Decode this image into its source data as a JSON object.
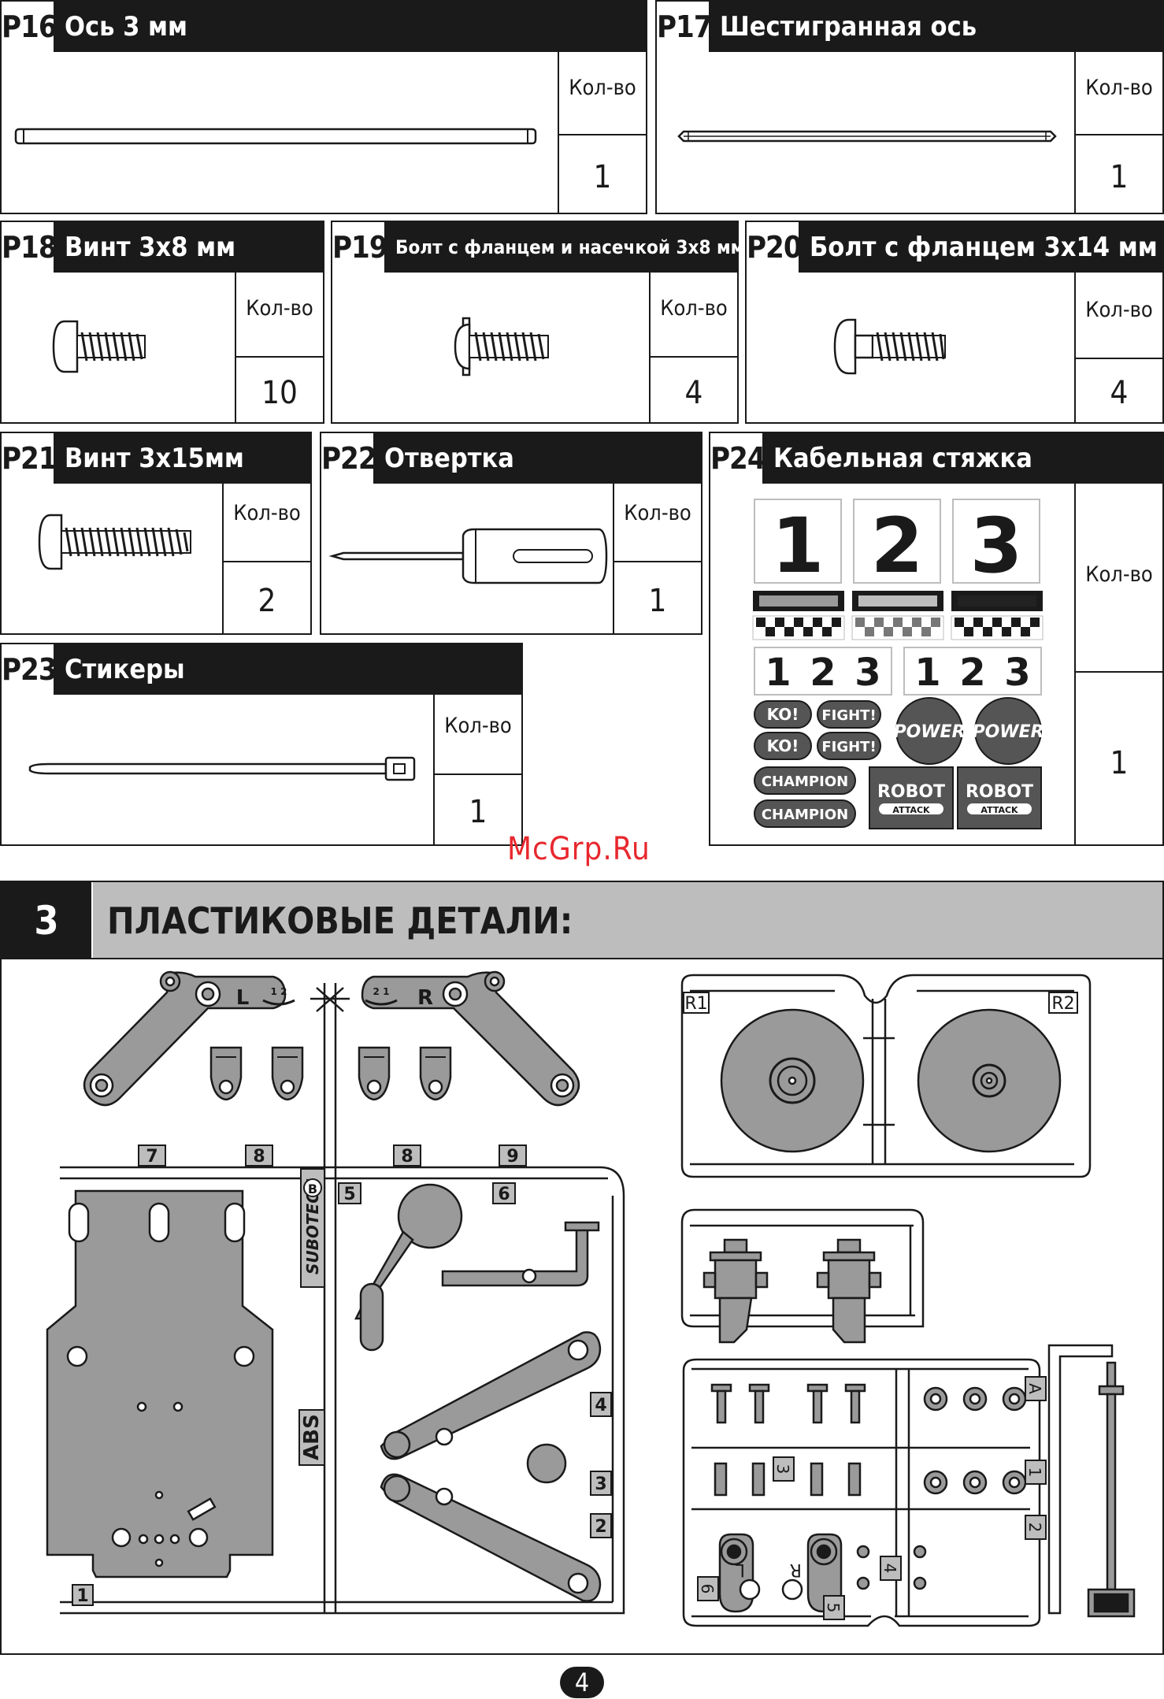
{
  "qty_label": "Кол-во",
  "parts": [
    {
      "id": "P16",
      "title": "Ось 3 мм",
      "qty": "1"
    },
    {
      "id": "P17",
      "title": "Шестигранная ось",
      "qty": "1"
    },
    {
      "id": "P18",
      "title": "Винт 3х8 мм",
      "qty": "10"
    },
    {
      "id": "P19",
      "title": "Болт с фланцем и насечкой 3х8 мм",
      "qty": "4"
    },
    {
      "id": "P20",
      "title": "Болт с фланцем 3х14 мм",
      "qty": "4"
    },
    {
      "id": "P21",
      "title": "Винт 3х15мм",
      "qty": "2"
    },
    {
      "id": "P22",
      "title": "Отвертка",
      "qty": "1"
    },
    {
      "id": "P23",
      "title": "Стикеры",
      "qty": "1"
    },
    {
      "id": "P24",
      "title": "Кабельная стяжка",
      "qty": "1"
    }
  ],
  "stickers": {
    "digits": [
      "1",
      "2",
      "3"
    ],
    "badges": [
      "KO!",
      "FIGHT!",
      "POWER",
      "CHAMPION"
    ],
    "robot_attack": [
      "ROBOT",
      "ATTACK"
    ]
  },
  "watermark": "McGrp.Ru",
  "section": {
    "number": "3",
    "title": "ПЛАСТИКОВЫЕ ДЕТАЛИ:"
  },
  "sprue_labels": {
    "left_arm": "L",
    "right_arm": "R",
    "arm_marks_l": "1 2",
    "arm_marks_r": "2 1",
    "brand": "SUBOTECH",
    "brand_letter": "B",
    "material": "ABS",
    "num_tags": [
      "7",
      "8",
      "8",
      "9",
      "5",
      "6",
      "4",
      "3",
      "2",
      "1"
    ],
    "wheel_left": "R1",
    "wheel_right": "R2",
    "small_tags": [
      "A",
      "3",
      "1",
      "2",
      "4",
      "6",
      "5"
    ],
    "hinge_l": "L",
    "hinge_r": "R"
  },
  "page_number": "4"
}
